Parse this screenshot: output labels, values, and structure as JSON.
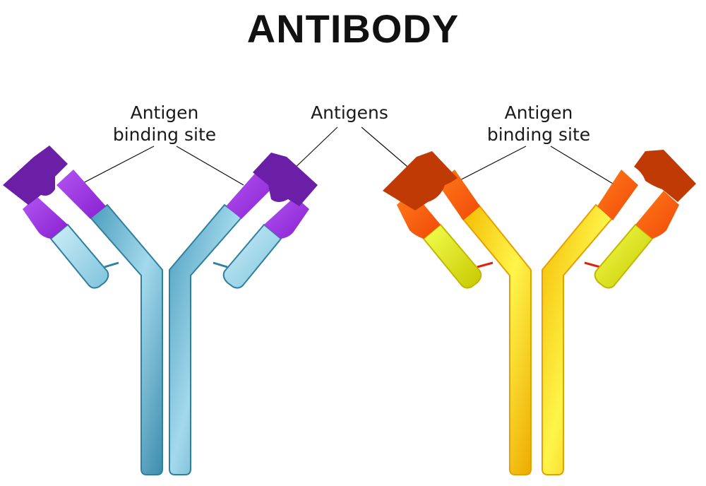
{
  "title": "ANTIBODY",
  "labels": {
    "left_binding_site": [
      "Antigen",
      "binding site"
    ],
    "antigens": "Antigens",
    "right_binding_site": [
      "Antigen",
      "binding site"
    ]
  },
  "colors": {
    "blue_heavy": "#5fb3d0",
    "blue_light": "#a9dbea",
    "purple": "#9b30e0",
    "purple_dark": "#6a1fa6",
    "yellow_heavy": "#f5cc00",
    "yellow_light": "#d8e020",
    "orange": "#ff5a10",
    "antigen_brown": "#c03a06",
    "disulfide_red": "#e02010"
  }
}
